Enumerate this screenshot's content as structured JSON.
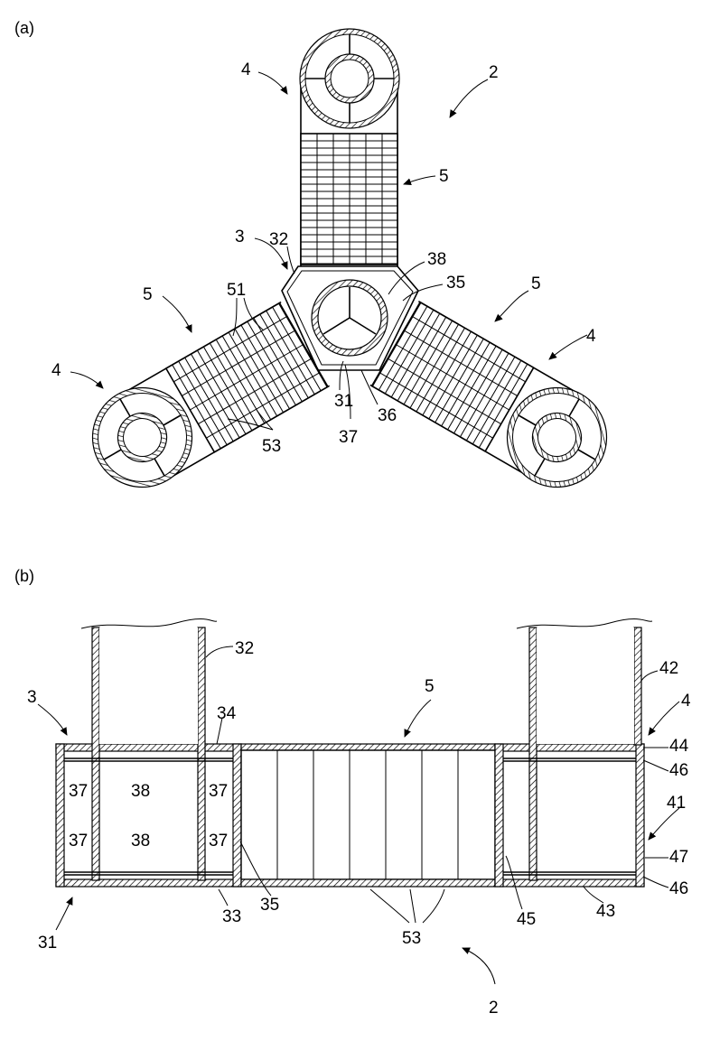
{
  "panels": {
    "a": {
      "panel_label": "(a)",
      "callouts": [
        "2",
        "3",
        "4",
        "4",
        "4",
        "5",
        "5",
        "5",
        "32",
        "38",
        "35",
        "51",
        "31",
        "36",
        "37",
        "53"
      ]
    },
    "b": {
      "panel_label": "(b)",
      "callouts": [
        "3",
        "32",
        "34",
        "5",
        "42",
        "4",
        "44",
        "46",
        "41",
        "47",
        "46",
        "43",
        "45",
        "53",
        "35",
        "33",
        "31",
        "2",
        "37",
        "37",
        "37",
        "37",
        "38",
        "38"
      ]
    }
  }
}
